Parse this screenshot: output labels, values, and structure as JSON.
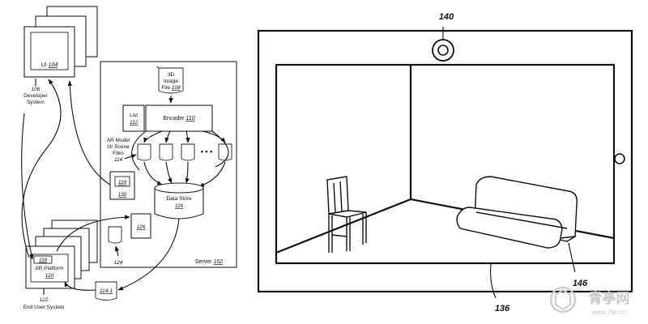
{
  "labels": {
    "ui": "UI",
    "ui_ref": "104",
    "developer_ref": "106",
    "developer_line1": "Developer",
    "developer_line2": "System",
    "image_file_line1": "3D",
    "image_file_line2": "Image",
    "image_file_line3": "File",
    "image_file_ref": "108",
    "list": "List",
    "list_ref": "112",
    "encoder": "Encoder",
    "encoder_ref": "110",
    "ar_model_line1": "AR Model",
    "ar_model_line2": "Or Scene",
    "ar_model_line3": "Files",
    "ar_model_ref": "114",
    "ellipsis": "• • •",
    "box_118": "118",
    "box_130": "130",
    "data_store": "Data Store",
    "data_store_ref": "116",
    "box_126": "126",
    "doc_124": "124",
    "server": "Server",
    "server_ref": "102",
    "platform_ref_top": "118",
    "ar_platform": "AR Platform",
    "ar_platform_ref": "120",
    "end_user_ref": "122",
    "end_user_label": "End User System",
    "doc_114_1": "114-1",
    "camera_ref": "140",
    "sofa_ref": "146",
    "display_ref": "136"
  },
  "watermark": {
    "text_cn": "青亭网",
    "url": "www.7tin.cn"
  },
  "colors": {
    "ink": "#111111",
    "paper": "#ffffff",
    "watermark": "#c9c9c9"
  }
}
